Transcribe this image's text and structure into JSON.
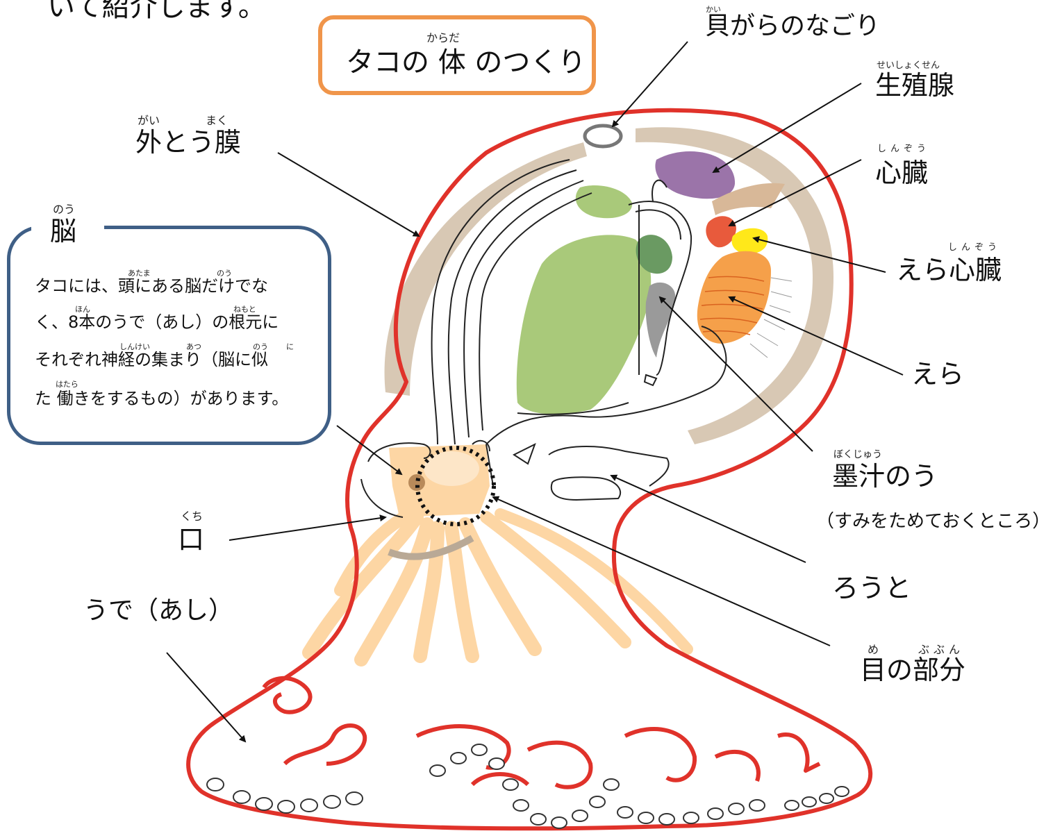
{
  "header_fragment": "いて紹介します。",
  "title": {
    "text": "タコの 体 のつくり",
    "ruby": "からだ"
  },
  "labels": {
    "shell": {
      "text": "貝がらのなごり",
      "ruby": "かい"
    },
    "gonad": {
      "text": "生殖腺",
      "ruby": "せいしょくせん"
    },
    "heart": {
      "text": "心臓",
      "ruby": "しんぞう"
    },
    "mantle": {
      "text": "外とう膜",
      "ruby_1": "がい",
      "ruby_2": "まく"
    },
    "gill_heart": {
      "text": "えら心臓",
      "ruby": "しんぞう"
    },
    "gill": {
      "text": "えら"
    },
    "ink_sac": {
      "text": "墨汁のう",
      "ruby": "ぼくじゅう",
      "note": "（すみをためておくところ）"
    },
    "funnel": {
      "text": "ろうと"
    },
    "eye": {
      "text": "目の部分",
      "ruby_1": "め",
      "ruby_2": "ぶぶん"
    },
    "mouth": {
      "text": "口",
      "ruby": "くち"
    },
    "arm": {
      "text": "うで（あし）"
    }
  },
  "brain_box": {
    "heading": "脳",
    "heading_ruby": "のう",
    "lines": [
      "タコには、頭にある脳だけでな",
      "く、8本のうで（あし）の根元に",
      "それぞれ神経の集まり（脳に似",
      "た 働きをするもの）があります。"
    ],
    "rubies": {
      "atama": "あたま",
      "nou1": "のう",
      "hon": "ほん",
      "nemoto": "ねもと",
      "shinkei": "しんけい",
      "atsu": "あつ",
      "nou2": "のう",
      "ni": "に",
      "hatara": "はたら"
    }
  },
  "colors": {
    "outline": "#e0322a",
    "title_border": "#f0954a",
    "brain_border": "#3f5f86",
    "mantle_muscle": "#d8c8b4",
    "gonad": "#9b74a9",
    "heart": "#e85a3c",
    "gill_heart": "#ffe81a",
    "gill": "#f5a04a",
    "digestive": "#a9c97a",
    "dark_green": "#6a9a62",
    "ink": "#9a9a9a",
    "arms": "#fdd6a4"
  }
}
